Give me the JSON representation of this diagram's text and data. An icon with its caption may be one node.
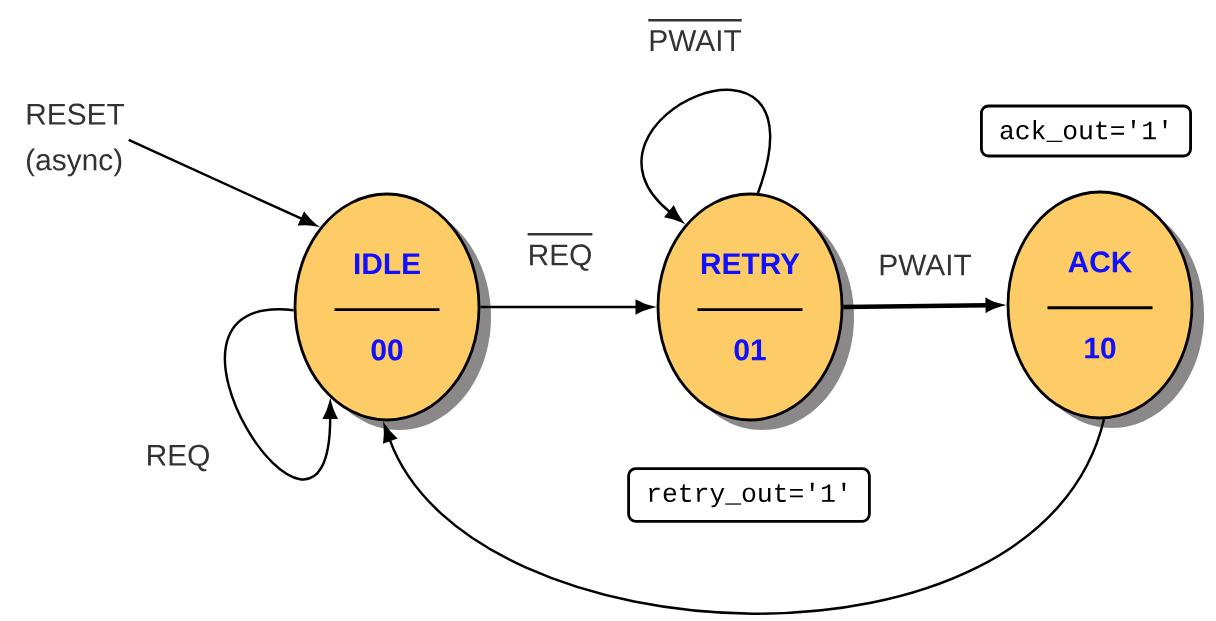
{
  "diagram": {
    "nodes": [
      {
        "text": [
          "RESET",
          "(async)"
        ]
      },
      {
        "text": [
          "IDLE",
          "00"
        ]
      },
      {
        "text": [
          "RETRY",
          "01"
        ]
      },
      {
        "text": [
          "ACK",
          "10"
        ]
      },
      {
        "text": [
          "ack_out='1'"
        ]
      },
      {
        "text": [
          "retry_out='1'"
        ]
      }
    ],
    "edges": [
      {
        "from": 0,
        "to": 1,
        "arrow": "to"
      },
      {
        "from": 1,
        "to": 1,
        "arrow": "to",
        "label": "REQ"
      },
      {
        "from": 1,
        "to": 2,
        "arrow": "to",
        "label": "REQ"
      },
      {
        "from": 2,
        "to": 2,
        "arrow": "to",
        "label": "PWAIT"
      },
      {
        "from": 2,
        "to": 3,
        "arrow": "to",
        "label": "PWAIT",
        "style": "thick"
      },
      {
        "from": 3,
        "to": 1,
        "arrow": "to"
      }
    ]
  }
}
